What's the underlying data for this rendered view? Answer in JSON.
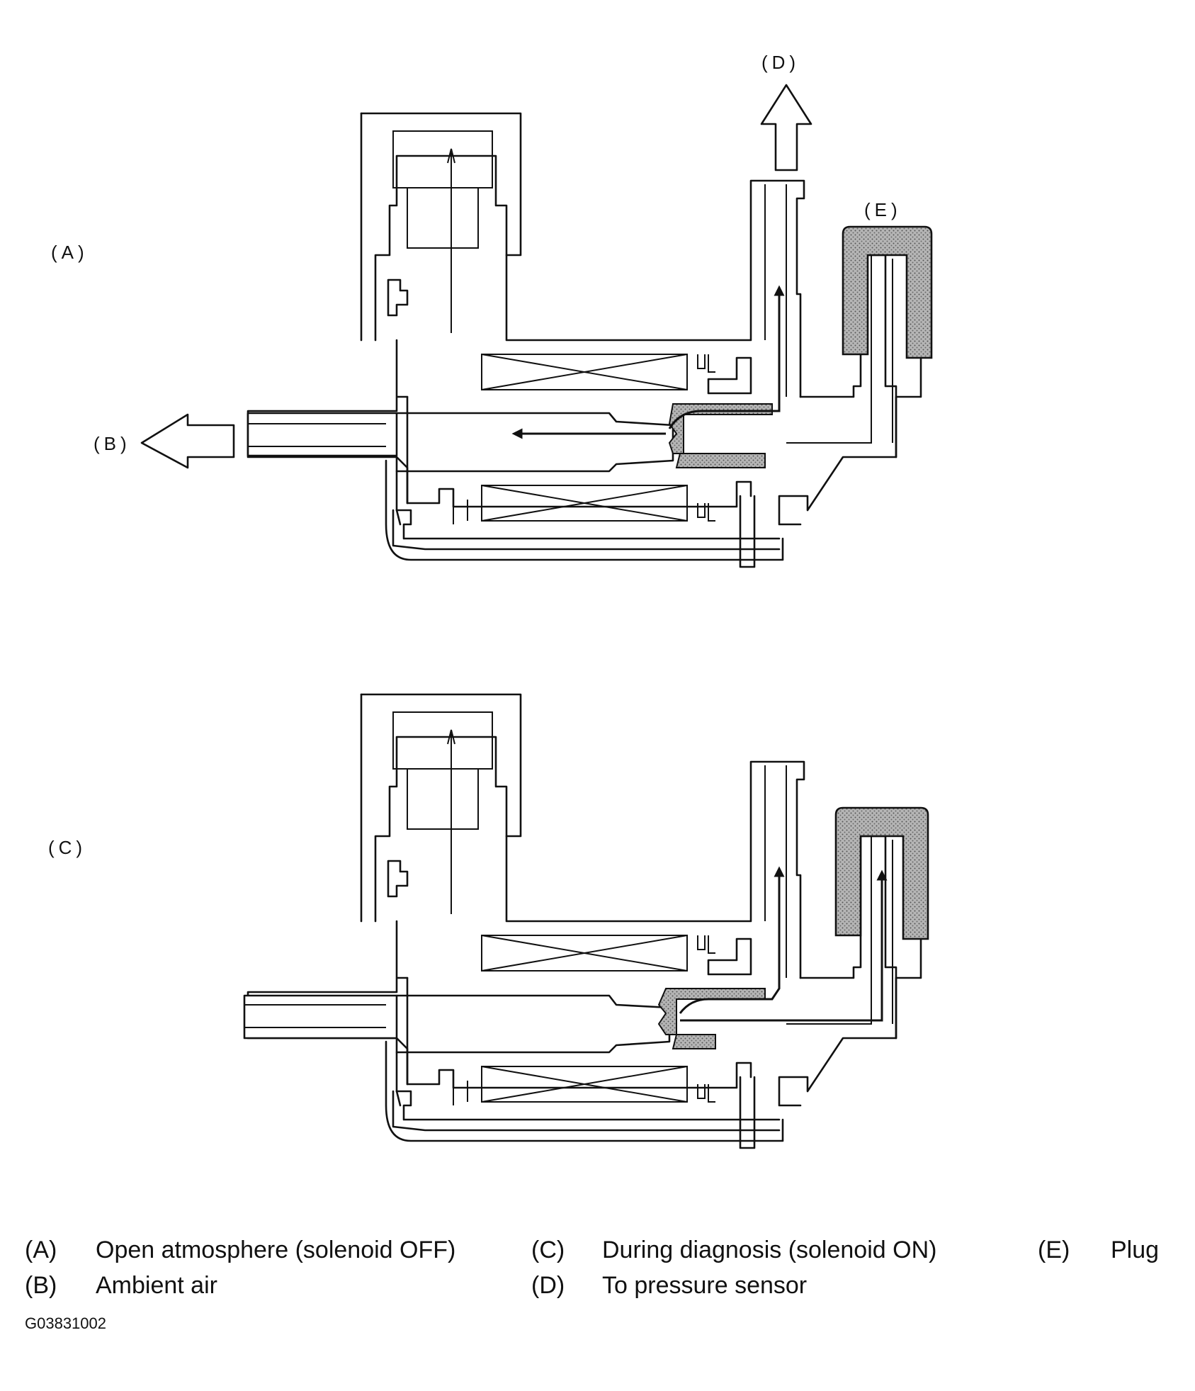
{
  "figure": {
    "diagram_labels": {
      "a": "(A)",
      "b": "(B)",
      "c": "(C)",
      "d": "(D)",
      "e": "(E)"
    },
    "legend": [
      {
        "key": "(A)",
        "text": "Open atmosphere (solenoid OFF)"
      },
      {
        "key": "(B)",
        "text": "Ambient air"
      },
      {
        "key": "(C)",
        "text": "During diagnosis (solenoid ON)"
      },
      {
        "key": "(D)",
        "text": "To pressure sensor"
      },
      {
        "key": "(E)",
        "text": "Plug"
      }
    ],
    "figure_code": "G03831002",
    "colors": {
      "ink": "#111111",
      "seal_shading": "#9a9a9a",
      "plug_shading": "#8c8c8c"
    }
  }
}
